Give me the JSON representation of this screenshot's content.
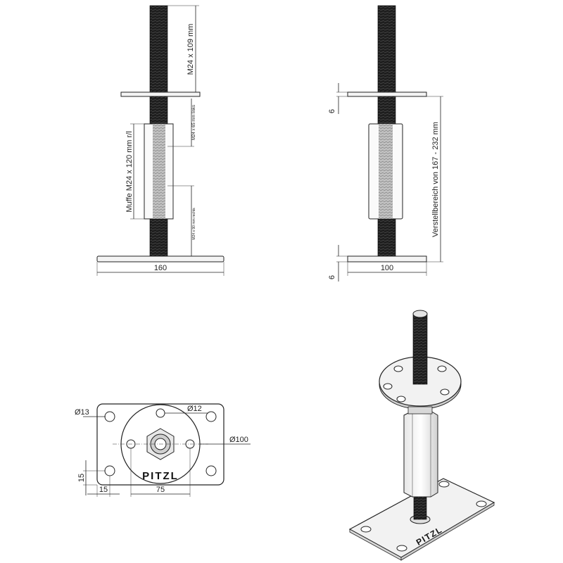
{
  "front_view": {
    "rod_label": "M24 x 109 mm",
    "nut_label": "M24 x 65 mm links",
    "sleeve_label": "Muffe M24 x 120 mm r/l",
    "lower_rod_label": "M24 x 90 mm rechts",
    "base_width": "160"
  },
  "side_view": {
    "plate_thickness_top": "6",
    "plate_thickness_bottom": "6",
    "range_label": "Verstellbereich von 167 - 232 mm",
    "base_width": "100"
  },
  "top_view": {
    "hole_corner": "Ø13",
    "hole_round": "Ø12",
    "round_plate": "Ø100",
    "edge_offset_v": "15",
    "edge_offset_h": "15",
    "hole_spacing": "75",
    "brand": "PITZL"
  },
  "iso_view": {
    "brand": "PITZL"
  }
}
